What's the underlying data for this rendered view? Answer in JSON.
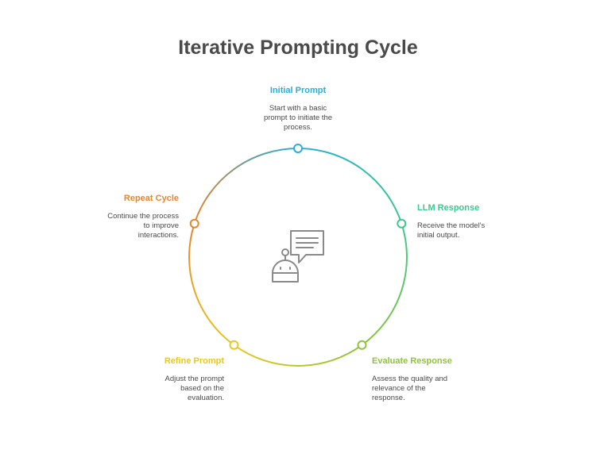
{
  "title": "Iterative Prompting Cycle",
  "colors": {
    "title": "#4a4a4a",
    "text": "#4a4a4a",
    "icon": "#8a8a8a"
  },
  "steps": [
    {
      "title": "Initial Prompt",
      "color": "#2bafd6",
      "description": [
        "Start with a basic",
        "prompt to initiate the",
        "process."
      ]
    },
    {
      "title": "LLM Response",
      "color": "#3cc98c",
      "description": [
        "Receive the model's",
        "initial output."
      ]
    },
    {
      "title": "Evaluate Response",
      "color": "#8fc43c",
      "description": [
        "Assess the quality and",
        "relevance of the",
        "response."
      ]
    },
    {
      "title": "Refine Prompt",
      "color": "#e8c91f",
      "description": [
        "Adjust the prompt",
        "based on the",
        "evaluation."
      ]
    },
    {
      "title": "Repeat Cycle",
      "color": "#e8862a",
      "description": [
        "Continue the process",
        "to improve",
        "interactions."
      ]
    }
  ],
  "center_icon": "robot-chat-icon"
}
